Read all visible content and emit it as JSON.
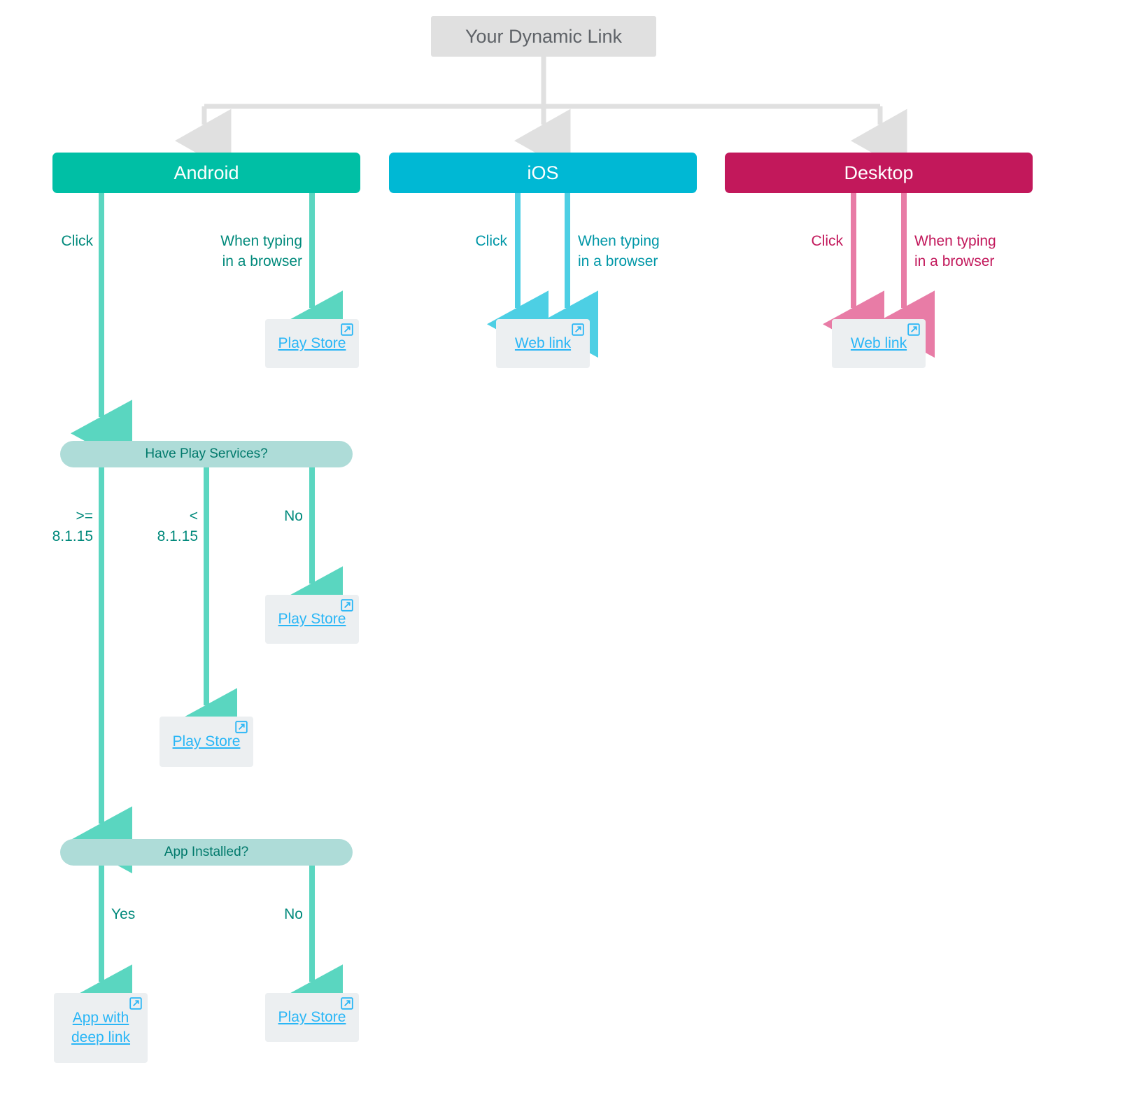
{
  "diagram": {
    "title": "Dynamic Link behavior flowchart",
    "root": {
      "label": "Your Dynamic Link"
    },
    "platforms": [
      {
        "id": "android",
        "label": "Android",
        "color": "#00bfa5"
      },
      {
        "id": "ios",
        "label": "iOS",
        "color": "#00b8d4"
      },
      {
        "id": "desktop",
        "label": "Desktop",
        "color": "#c2185b"
      }
    ],
    "decisions": [
      {
        "id": "play-services",
        "label": "Have Play Services?"
      },
      {
        "id": "app-installed",
        "label": "App Installed?"
      }
    ],
    "edge_labels": {
      "android_click": "Click",
      "android_typing": "When typing\nin a browser",
      "ios_click": "Click",
      "ios_typing": "When typing\nin a browser",
      "desktop_click": "Click",
      "desktop_typing": "When typing\nin a browser",
      "services_gte": ">=\n8.1.15",
      "services_lt": "<\n8.1.15",
      "services_no": "No",
      "installed_yes": "Yes",
      "installed_no": "No"
    },
    "links": {
      "play_store": "Play Store",
      "web_link": "Web link",
      "app_deep_link": "App with\ndeep link"
    },
    "icons": {
      "external_link": "external-link-icon"
    },
    "colors": {
      "root_fill": "#e0e0e0",
      "root_text": "#5f6368",
      "android": "#00bfa5",
      "android_edge": "#5ad6c0",
      "android_label": "#00897b",
      "ios": "#00b8d4",
      "ios_edge": "#4dcfe4",
      "ios_label": "#0097a7",
      "desktop": "#c2185b",
      "desktop_edge": "#e87ca6",
      "desktop_label": "#c2185b",
      "decision_fill": "#aedcd8",
      "decision_text": "#00796b",
      "link_box_fill": "#eceff1",
      "link_text": "#29b6f6",
      "connector_gray": "#e0e0e0"
    }
  }
}
